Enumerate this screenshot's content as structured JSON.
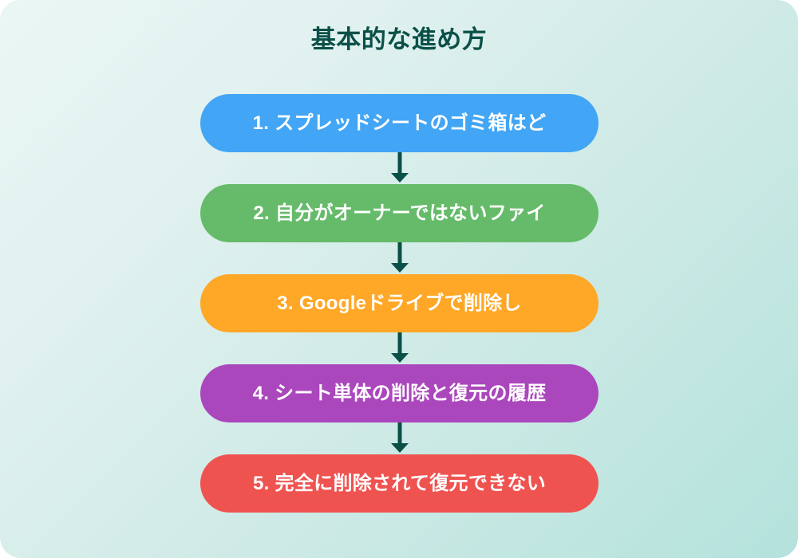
{
  "page": {
    "title": "基本的な進め方",
    "title_color": "#0b5048",
    "background_from": "#eaf6f4",
    "background_to": "#b4e2dc",
    "connector_color": "#0b5048"
  },
  "chart_data": {
    "type": "diagram",
    "diagram_type": "vertical-flowchart",
    "title": "基本的な進め方",
    "orientation": "top-to-bottom",
    "node_count": 5,
    "connector_count": 4,
    "nodes": [
      {
        "step": 1,
        "label": "1. スプレッドシートのゴミ箱はど",
        "color": "#42a5f5",
        "text_color": "#ffffff"
      },
      {
        "step": 2,
        "label": "2. 自分がオーナーではないファイ",
        "color": "#66bb6a",
        "text_color": "#ffffff"
      },
      {
        "step": 3,
        "label": "3. Googleドライブで削除し",
        "color": "#ffa726",
        "text_color": "#ffffff"
      },
      {
        "step": 4,
        "label": "4. シート単体の削除と復元の履歴",
        "color": "#ab47bc",
        "text_color": "#ffffff"
      },
      {
        "step": 5,
        "label": "5. 完全に削除されて復元できない",
        "color": "#ef5350",
        "text_color": "#ffffff"
      }
    ],
    "edges": [
      {
        "from": 1,
        "to": 2,
        "style": "arrow",
        "color": "#0b5048"
      },
      {
        "from": 2,
        "to": 3,
        "style": "arrow",
        "color": "#0b5048"
      },
      {
        "from": 3,
        "to": 4,
        "style": "arrow",
        "color": "#0b5048"
      },
      {
        "from": 4,
        "to": 5,
        "style": "arrow",
        "color": "#0b5048"
      }
    ]
  }
}
